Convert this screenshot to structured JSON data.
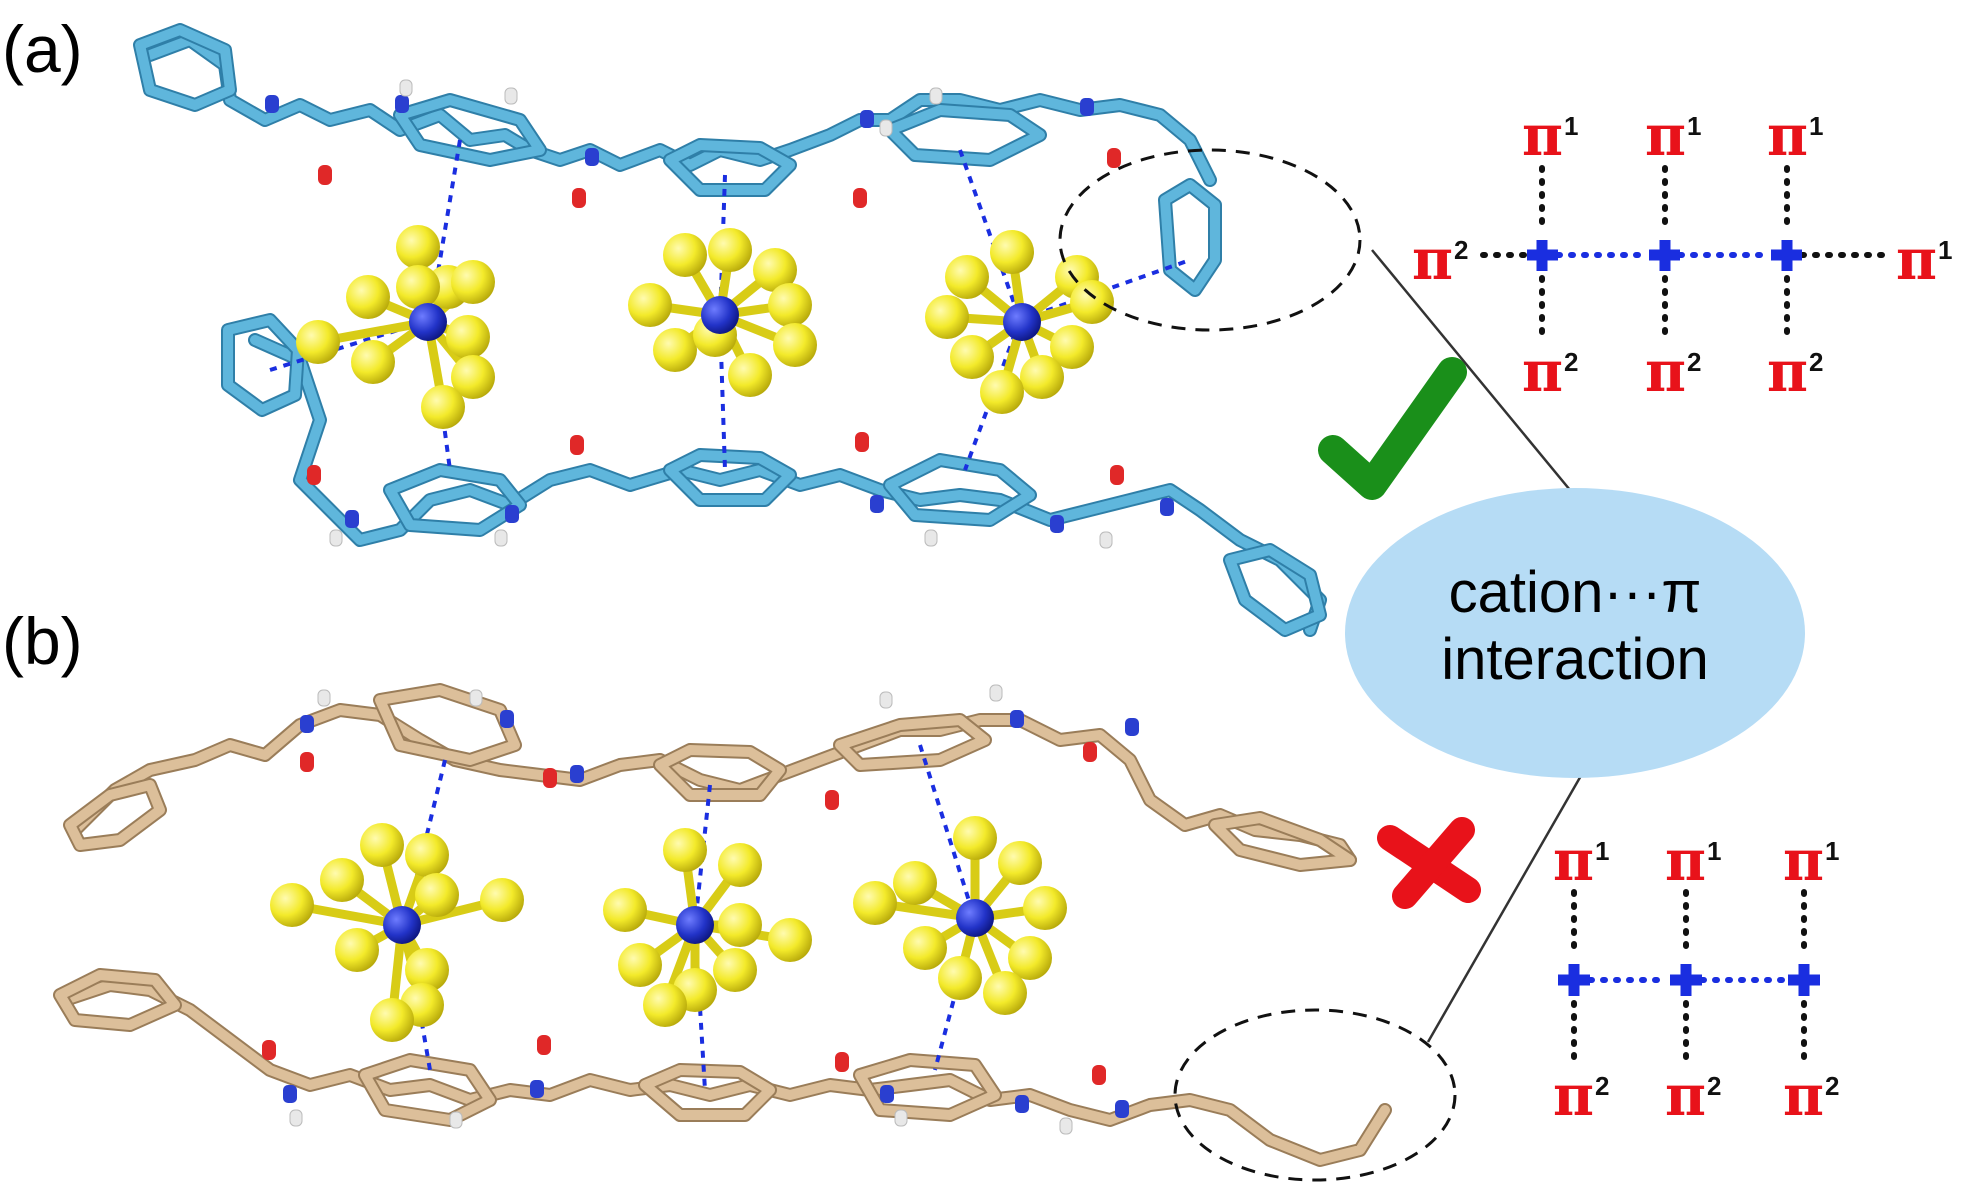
{
  "panels": {
    "a": {
      "label": "(a)"
    },
    "b": {
      "label": "(b)"
    }
  },
  "bubble": {
    "line1": "cation···π",
    "line2": "interaction",
    "color": "#b6dcf5"
  },
  "marks": {
    "check": "check-icon",
    "cross": "cross-icon",
    "check_color": "#1a8f1a",
    "cross_color": "#e8121a"
  },
  "colors": {
    "carbon_a": "#5fb6dc",
    "carbon_b": "#dcbf9a",
    "nitrogen": "#2a3fd0",
    "oxygen": "#e02828",
    "hydrogen": "#e8e8e8",
    "fluorine": "#f3ea2a",
    "cation_center": "#2233c8",
    "pi_text": "#e8121a",
    "cation_plus": "#1a2ee0"
  },
  "scheme_a": {
    "top": [
      {
        "symbol": "π",
        "sup": "1"
      },
      {
        "symbol": "π",
        "sup": "1"
      },
      {
        "symbol": "π",
        "sup": "1"
      }
    ],
    "bottom": [
      {
        "symbol": "π",
        "sup": "2"
      },
      {
        "symbol": "π",
        "sup": "2"
      },
      {
        "symbol": "π",
        "sup": "2"
      }
    ],
    "left": {
      "symbol": "π",
      "sup": "2"
    },
    "right": {
      "symbol": "π",
      "sup": "1"
    }
  },
  "scheme_b": {
    "top": [
      {
        "symbol": "π",
        "sup": "1"
      },
      {
        "symbol": "π",
        "sup": "1"
      },
      {
        "symbol": "π",
        "sup": "1"
      }
    ],
    "bottom": [
      {
        "symbol": "π",
        "sup": "2"
      },
      {
        "symbol": "π",
        "sup": "2"
      },
      {
        "symbol": "π",
        "sup": "2"
      }
    ]
  }
}
